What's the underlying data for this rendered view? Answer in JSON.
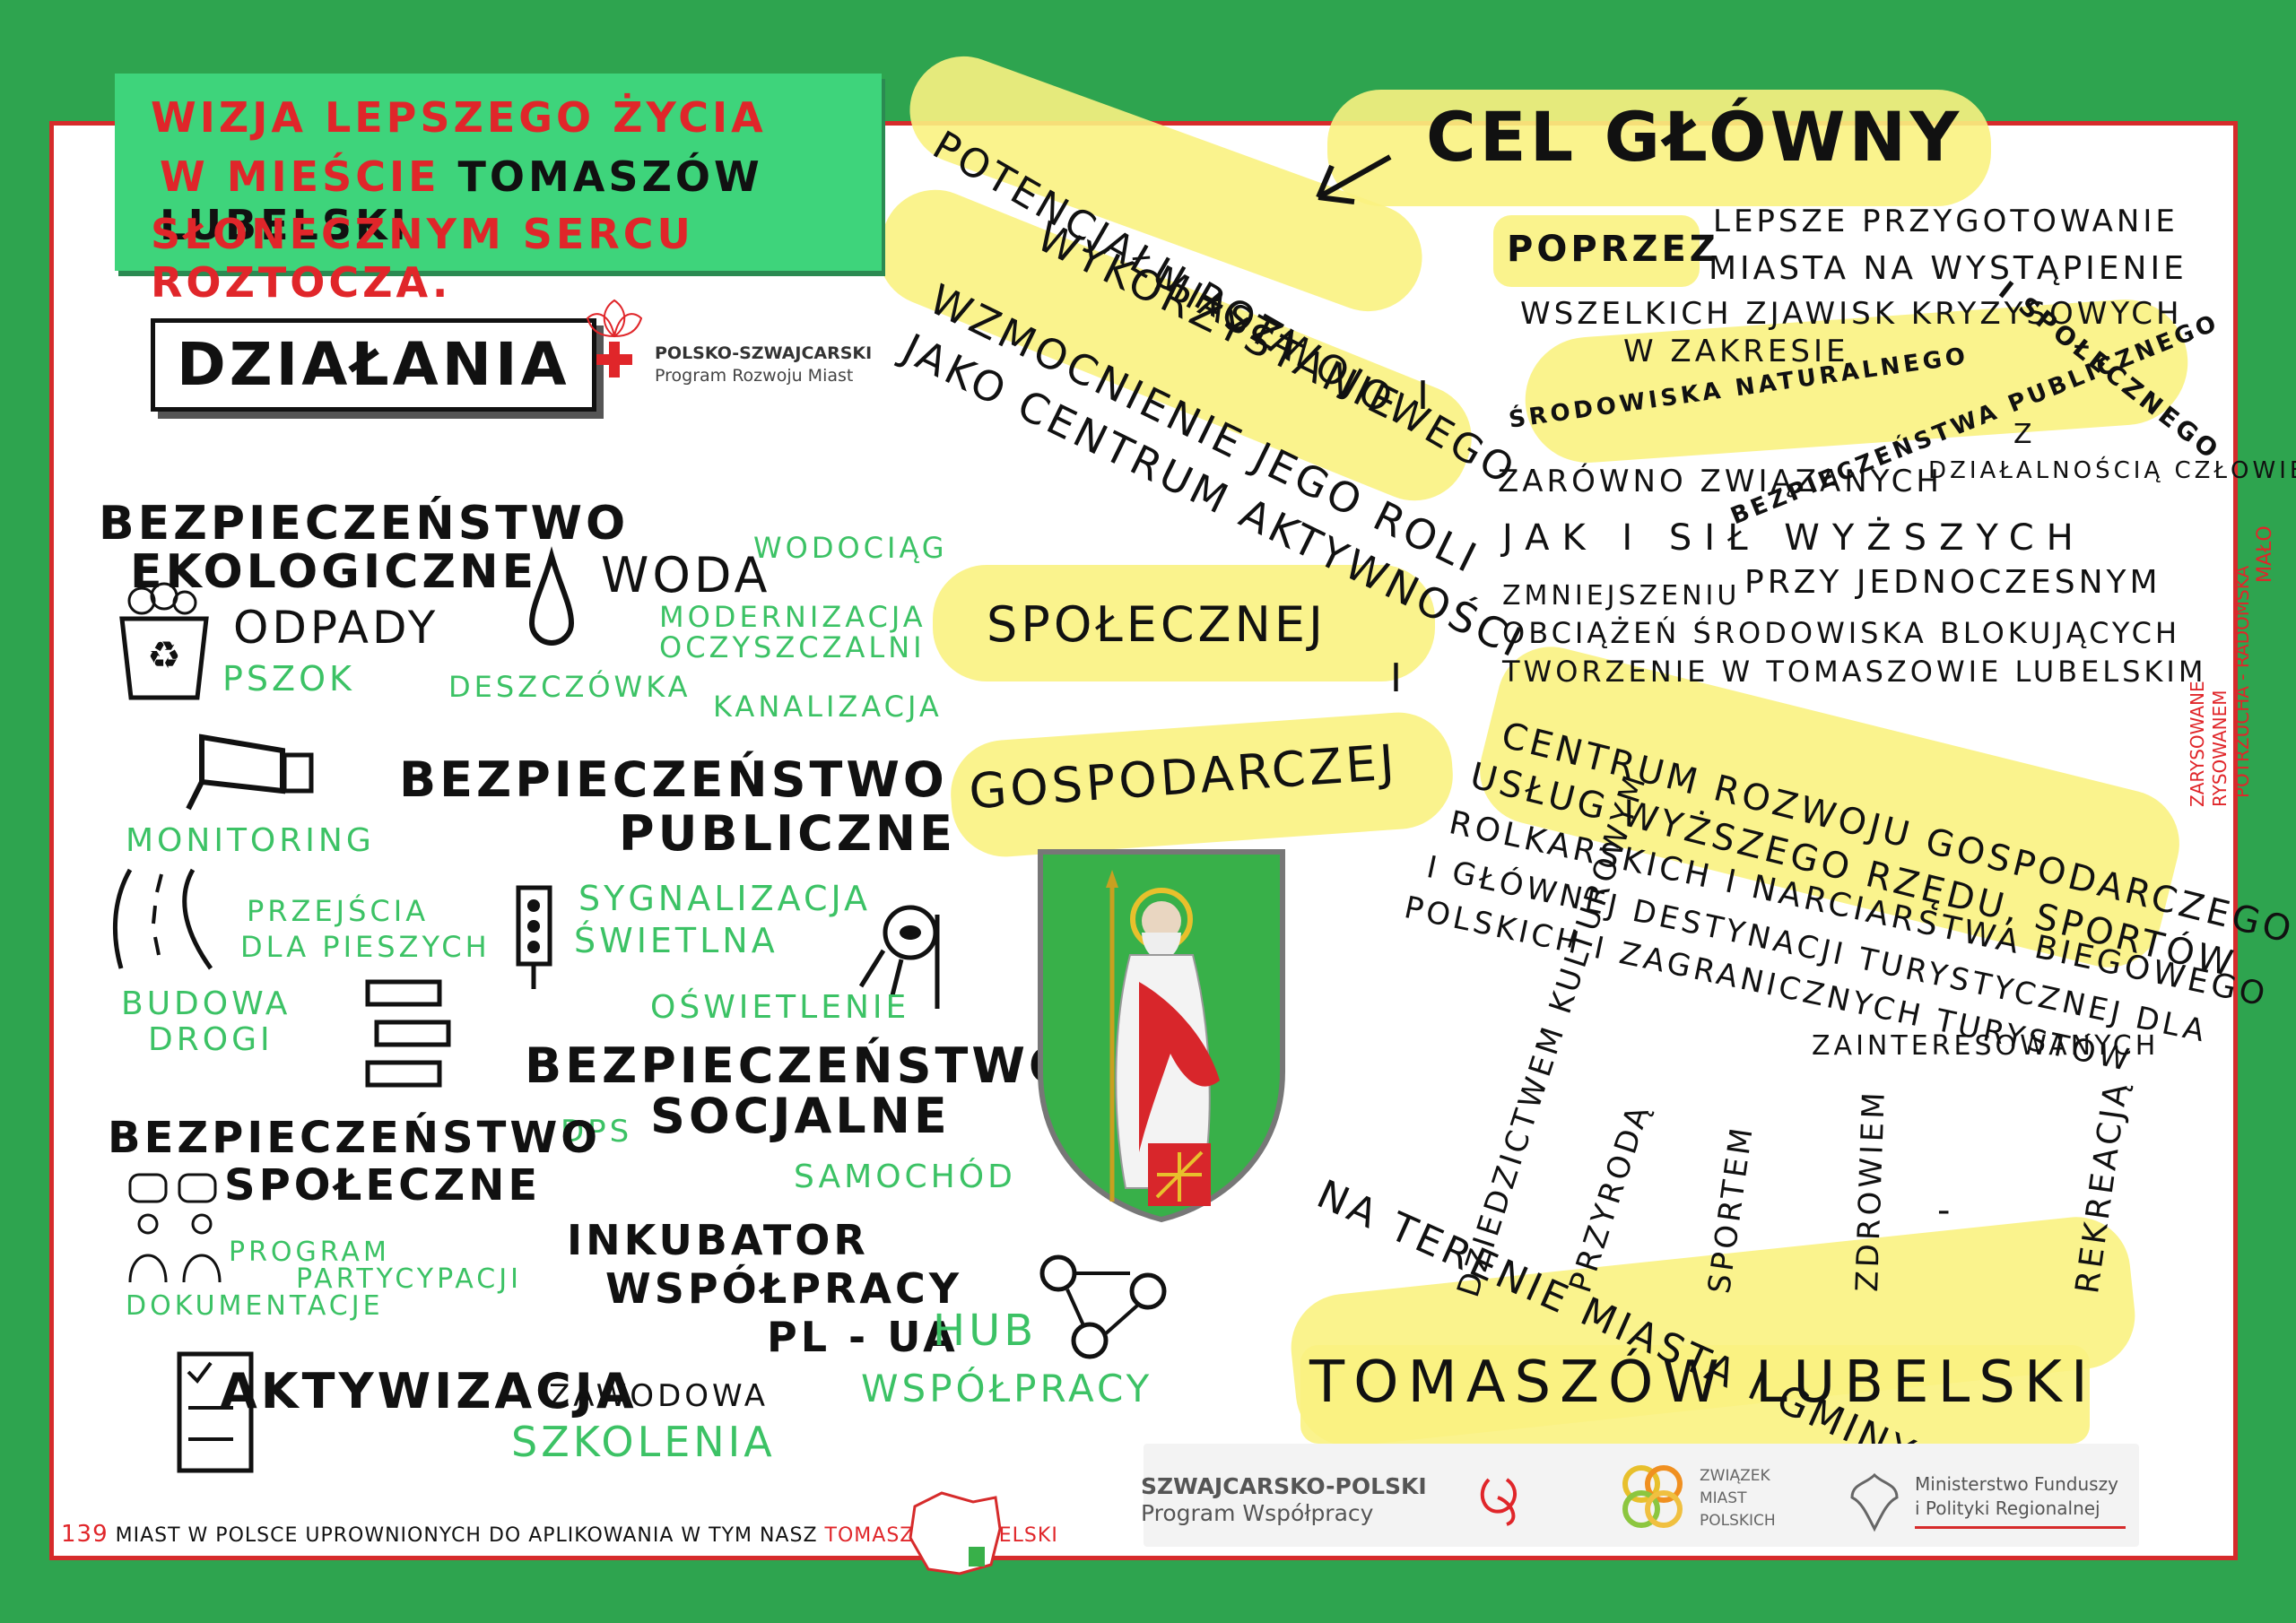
{
  "header": {
    "line1": "WIZJA LEPSZEGO ŻYCIA",
    "line2_prefix": "W MIEŚCIE",
    "line2_city": "TOMASZÓW LUBELSKI",
    "line3": "SŁONECZNYM SERCU ROZTOCZA."
  },
  "sections": {
    "actions_title": "DZIAŁANIA",
    "goal_title": "CEL GŁÓWNY"
  },
  "program_logo": {
    "line1": "POLSKO-SZWAJCARSKI",
    "line2": "Program Rozwoju Miast"
  },
  "actions": {
    "eco": {
      "title_l1": "BEZPIECZEŃSTWO",
      "title_l2": "EKOLOGICZNE",
      "waste": "ODPADY",
      "pszok": "PSZOK",
      "water": "WODA",
      "waterworks": "WODOCIĄG",
      "modern_l1": "MODERNIZACJA",
      "modern_l2": "OCZYSZCZALNI",
      "rain": "DESZCZÓWKA",
      "sewer": "KANALIZACJA"
    },
    "public": {
      "title_l1": "BEZPIECZEŃSTWO",
      "title_l2": "PUBLICZNE",
      "monitoring": "MONITORING",
      "crossings_l1": "PRZEJŚCIA",
      "crossings_l2": "DLA PIESZYCH",
      "signals_l1": "SYGNALIZACJA",
      "signals_l2": "ŚWIETLNA",
      "roads_l1": "BUDOWA",
      "roads_l2": "DROGI",
      "lighting": "OŚWIETLENIE"
    },
    "social_security": {
      "title_l1": "BEZPIECZEŃSTWO",
      "title_l2": "SOCJALNE",
      "dps": "DPS",
      "car": "SAMOCHÓD"
    },
    "community": {
      "title_l1": "BEZPIECZEŃSTWO",
      "title_l2": "SPOŁECZNE",
      "program_l1": "PROGRAM",
      "program_l2": "PARTYCYPACJI",
      "docs": "DOKUMENTACJE"
    },
    "incubator": {
      "l1": "INKUBATOR",
      "l2": "WSPÓŁPRACY",
      "l3": "PL - UA",
      "hub_l1": "HUB",
      "hub_l2": "WSPÓŁPRACY"
    },
    "activation": {
      "title": "AKTYWIZACJA",
      "sub": "ZAWODOWA",
      "training": "SZKOLENIA"
    }
  },
  "goal": {
    "use_l1": "WYKORZYSTANIE",
    "use_l2": "POTENCJAŁU ROZWOJOWEGO",
    "use_l3": "MIASTA",
    "and1": "I",
    "strength_l1": "WZMOCNIENIE JEGO ROLI",
    "strength_l2": "JAKO CENTRUM AKTYWNOŚCI",
    "social": "SPOŁECZNEJ",
    "and2": "I",
    "economic": "GOSPODARCZEJ",
    "through": "POPRZEZ",
    "r1": "LEPSZE PRZYGOTOWANIE",
    "r2": "MIASTA NA WYSTĄPIENIE",
    "r3": "WSZELKICH ZJAWISK KRYZYSOWYCH",
    "r4": "W ZAKRESIE",
    "arc1": "ŚRODOWISKA NATURALNEGO",
    "arc2": "BEZPIECZEŃSTWA PUBLICZNEGO",
    "arc3": "I SPOŁECZNEGO",
    "z": "Z",
    "r5a": "ZARÓWNO ZWIĄZANYCH",
    "r5b": "DZIAŁALNOŚCIĄ CZŁOWIEKA",
    "r6": "JAK I SIŁ WYŻSZYCH",
    "r7a": "PRZY JEDNOCZESNYM",
    "r7b": "ZMNIEJSZENIU",
    "r8": "OBCIĄŻEŃ ŚRODOWISKA BLOKUJĄCYCH",
    "r9": "TWORZENIE W TOMASZOWIE LUBELSKIM",
    "center": "CENTRUM ROZWOJU GOSPODARCZEGO",
    "c1": "USŁUG WYŻSZEGO RZĘDU, SPORTÓW",
    "c2": "ROLKARSKICH I NARCIARSTWA BIEGOWEGO",
    "c3": "I GŁÓWNEJ DESTYNACJI TURYSTYCZNEJ DLA",
    "c4": "POLSKICH I ZAGRANICZNYCH TURYSTÓW",
    "c5": "ZAINTERESOWANYCH",
    "f1": "DZIEDZICTWEM KULTUROWYM",
    "f2": "PRZYRODĄ",
    "f3": "SPORTEM",
    "f4": "ZDROWIEM",
    "dash": "-",
    "f5": "REKREACJĄ",
    "bottom": "NA TERENIE MIASTA I GMINY",
    "city": "TOMASZÓW LUBELSKI"
  },
  "side_credit": {
    "l1": "ZARYSOWANE",
    "l2": "RYSOWANEM",
    "l3": "POTRZUCHA - RADOMSKA",
    "l4": "MAŁO"
  },
  "footer": {
    "count": "139",
    "text": "MIAST W POLSCE UPROWNIONYCH DO APLIKOWANIA W TYM NASZ",
    "city": "TOMASZÓW LUBELSKI"
  },
  "partners": {
    "swiss_l1": "SZWAJCARSKO-POLSKI",
    "swiss_l2": "Program Współpracy",
    "zmp_l1": "ZWIĄZEK",
    "zmp_l2": "MIAST",
    "zmp_l3": "POLSKICH",
    "min_l1": "Ministerstwo Funduszy",
    "min_l2": "i Polityki Regionalnej"
  },
  "colors": {
    "frame": "#2ea44f",
    "border": "#d62b2b",
    "highlight": "#faf281",
    "accent_green": "#3cc265",
    "accent_red": "#e0262a"
  },
  "icons": [
    "recycle-bin-icon",
    "water-drop-icon",
    "camera-icon",
    "road-icon",
    "traffic-light-icon",
    "crosswalk-icon",
    "street-lamp-icon",
    "people-chat-icon",
    "network-hub-icon",
    "checklist-icon",
    "coat-of-arms-icon",
    "swiss-cross-logo-icon"
  ]
}
